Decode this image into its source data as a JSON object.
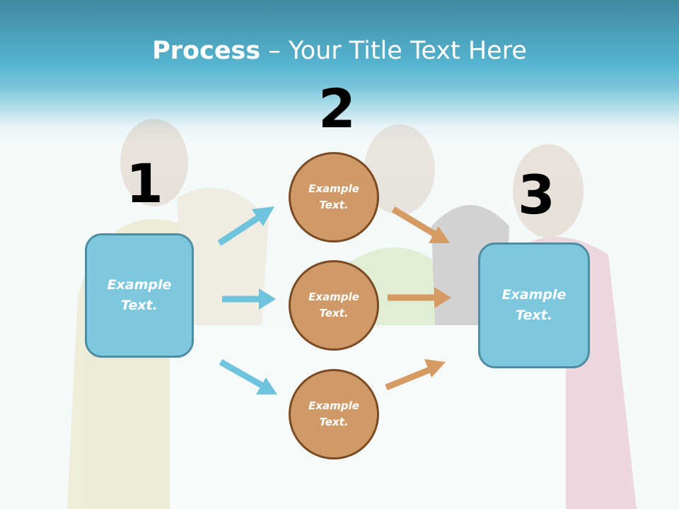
{
  "slide": {
    "title_bold": "Process",
    "title_rest": " – Your Title Text Here",
    "step_numbers": [
      "1",
      "2",
      "3"
    ],
    "left_box": {
      "text": "Example Text."
    },
    "circles": [
      {
        "text": "Example Text."
      },
      {
        "text": "Example Text."
      },
      {
        "text": "Example Text."
      }
    ],
    "right_box": {
      "text": "Example Text."
    }
  },
  "colors": {
    "header_blue": "#56b3cf",
    "box_fill": "#7dc8de",
    "box_border": "#4e8ea3",
    "circle_fill": "#cf9a68",
    "circle_border": "#7a4a22",
    "arrow_blue": "#6ec3dd",
    "arrow_brown": "#d69a63"
  }
}
